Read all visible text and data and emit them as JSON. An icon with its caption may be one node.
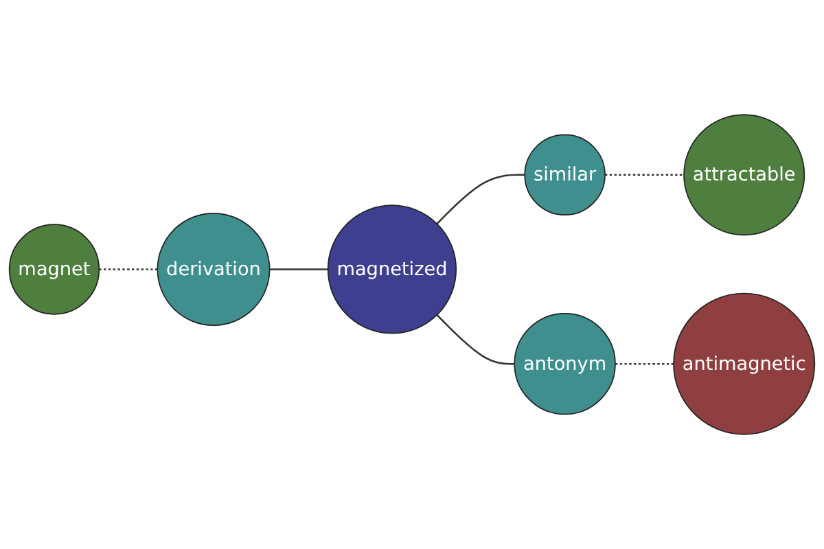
{
  "diagram": {
    "nodes": [
      {
        "text": [
          "magnet"
        ]
      },
      {
        "text": [
          "derivation"
        ]
      },
      {
        "text": [
          "magnetized"
        ]
      },
      {
        "text": [
          "similar"
        ]
      },
      {
        "text": [
          "attractable"
        ]
      },
      {
        "text": [
          "antonym"
        ]
      },
      {
        "text": [
          "antimagnetic"
        ]
      }
    ],
    "edges": [
      {
        "from": 0,
        "to": 1,
        "arrow": "none",
        "style": "dashed"
      },
      {
        "from": 1,
        "to": 2,
        "arrow": "none"
      },
      {
        "from": 2,
        "to": 3,
        "arrow": "none"
      },
      {
        "from": 3,
        "to": 4,
        "arrow": "none",
        "style": "dashed"
      },
      {
        "from": 2,
        "to": 5,
        "arrow": "none"
      },
      {
        "from": 5,
        "to": 6,
        "arrow": "none",
        "style": "dashed"
      }
    ]
  }
}
